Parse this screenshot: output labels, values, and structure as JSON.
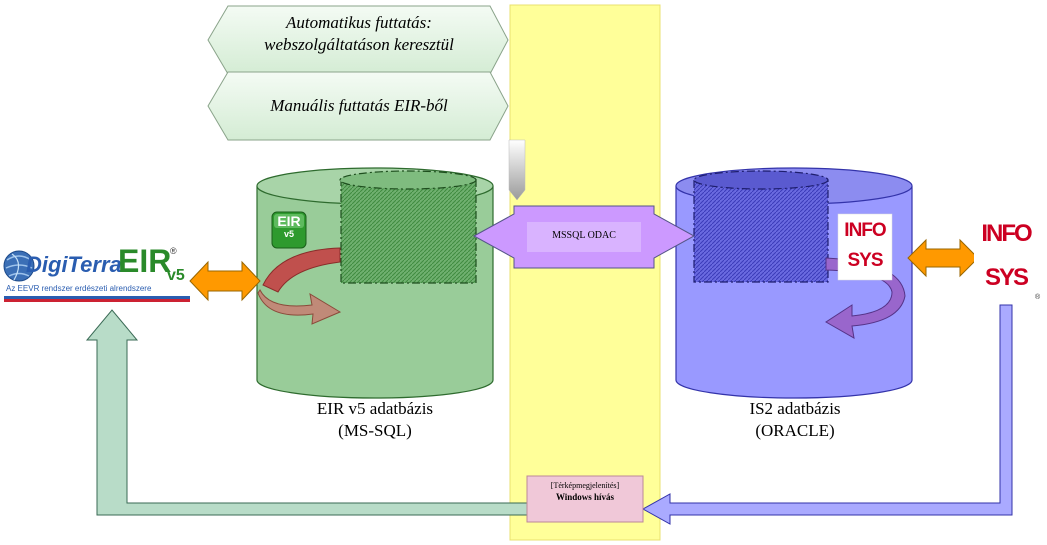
{
  "hexagons": [
    {
      "lines": [
        "Automatikus futtatás:",
        "webszolgáltatáson keresztül"
      ]
    },
    {
      "lines": [
        "Manuális futtatás EIR-ből"
      ]
    }
  ],
  "connector": {
    "label": "MSSQL ODAC"
  },
  "windows_box": {
    "line1": "[Térképmegjelenítés]",
    "line2": "Windows hívás"
  },
  "eir_db": {
    "line1": "EIR v5 adatbázis",
    "line2": "(MS-SQL)"
  },
  "is2_db": {
    "line1": "IS2 adatbázis",
    "line2": "(ORACLE)"
  },
  "logos": {
    "digiterra_word": "DigiTerra",
    "eir_mark": "EIR",
    "reg": "®",
    "version": "v5",
    "tagline": "Az EEVR rendszer erdészeti alrendszere",
    "eir_small": "EIR",
    "eir_small_v": "v5",
    "infosys_small_top": "INFO",
    "infosys_small_bottom": "SYS",
    "infosys_big_top": "INFO",
    "infosys_big_bottom": "SYS",
    "infosys_reg": "®"
  },
  "colors": {
    "eir_cylinder": "#99cc99",
    "eir_cylinder_edge": "#2e6b2e",
    "is2_cylinder": "#9999ff",
    "is2_cylinder_edge": "#3333aa",
    "highlight_column": "#ffff99",
    "hexagon_fill": "#e4f4e4",
    "connector": "#cc99ff",
    "orange_arrow": "#ff9900",
    "windows_box": "#f0c8d8",
    "infosys_red": "#cc0022"
  }
}
